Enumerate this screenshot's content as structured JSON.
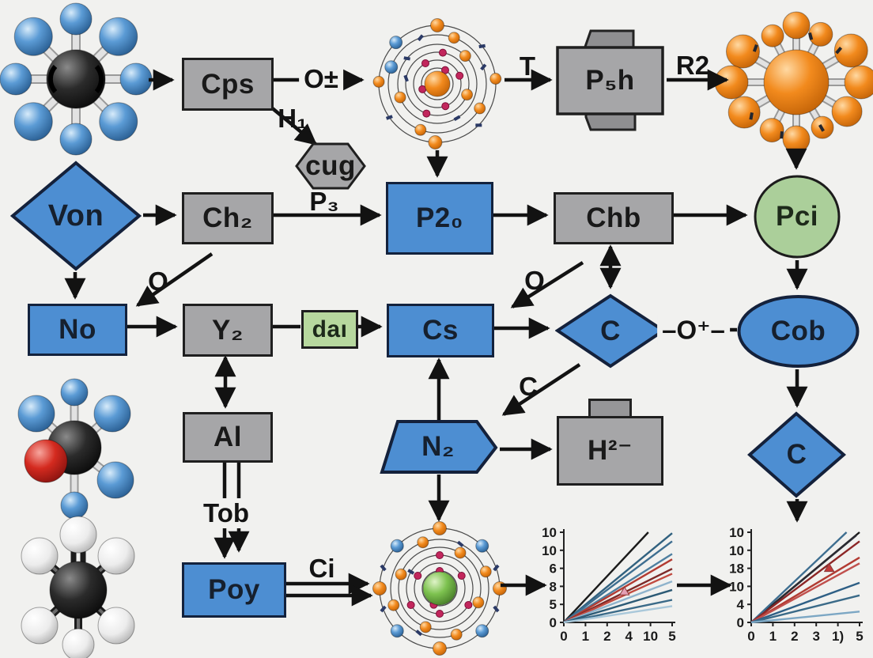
{
  "background": "#f1f1ef",
  "colors": {
    "box_gray": "#a6a6a8",
    "box_blue": "#4d8ed2",
    "circle_green": "#abcf9a",
    "small_box_green": "#b7d89e",
    "arrow": "#121212"
  },
  "nodes": {
    "cps": {
      "label": "Cps",
      "shape": "rect-gray"
    },
    "cug": {
      "label": "cug",
      "shape": "hexagon-gray"
    },
    "p5h": {
      "label": "P₅h",
      "shape": "tabbed-rect-gray"
    },
    "von": {
      "label": "Von",
      "shape": "diamond-blue"
    },
    "ch2": {
      "label": "Ch₂",
      "shape": "rect-gray"
    },
    "p20": {
      "label": "P2₀",
      "shape": "rect-blue"
    },
    "chb": {
      "label": "Chb",
      "shape": "rect-gray"
    },
    "pci": {
      "label": "Pci",
      "shape": "circle-green"
    },
    "no": {
      "label": "No",
      "shape": "rect-blue"
    },
    "y2": {
      "label": "Y₂",
      "shape": "rect-gray"
    },
    "dai": {
      "label": "daı",
      "shape": "rect-green"
    },
    "cs": {
      "label": "Cs",
      "shape": "rect-blue"
    },
    "c_mid": {
      "label": "C",
      "shape": "diamond-blue"
    },
    "cob": {
      "label": "Cob",
      "shape": "ellipse-blue"
    },
    "al": {
      "label": "Al",
      "shape": "rect-gray"
    },
    "n2": {
      "label": "N₂",
      "shape": "pentagon-blue"
    },
    "h2m": {
      "label": "H²⁻",
      "shape": "tabbed-rect-gray"
    },
    "poy": {
      "label": "Poy",
      "shape": "rect-blue"
    },
    "c_right": {
      "label": "C",
      "shape": "diamond-blue"
    }
  },
  "edge_labels": {
    "o_plus": "O±",
    "h1": "H₁",
    "t": "T",
    "r2": "R2",
    "p3": "P₃",
    "o_left": "O",
    "o_mid": "O",
    "o_plus_dash": "–O⁺–",
    "c_diag": "C",
    "tob": "Tob",
    "ci": "Ci"
  },
  "chart_data": [
    {
      "type": "line",
      "title": "",
      "xlabel": "",
      "ylabel": "",
      "x_ticks": [
        "0",
        "1",
        "2",
        "4",
        "10",
        "5"
      ],
      "y_ticks": [
        "10",
        "10",
        "6",
        "8",
        "5",
        "0"
      ],
      "grid": false,
      "legend": false,
      "description": "fan of straight lines from origin",
      "lines": [
        {
          "color": "#1a1a1a",
          "x2": 0.78,
          "y2": 1.0
        },
        {
          "color": "#31617f",
          "x2": 1.0,
          "y2": 0.99
        },
        {
          "color": "#3e6e90",
          "x2": 1.0,
          "y2": 0.9
        },
        {
          "color": "#4e7fa0",
          "x2": 1.0,
          "y2": 0.76
        },
        {
          "color": "#b23b32",
          "x2": 1.0,
          "y2": 0.7
        },
        {
          "color": "#7e2a28",
          "x2": 1.0,
          "y2": 0.595
        },
        {
          "color": "#c14b41",
          "x2": 1.0,
          "y2": 0.54
        },
        {
          "color": "#8fb3cc",
          "x2": 1.0,
          "y2": 0.455
        },
        {
          "color": "#2c5a75",
          "x2": 1.0,
          "y2": 0.36
        },
        {
          "color": "#3a6a88",
          "x2": 1.0,
          "y2": 0.25
        },
        {
          "color": "#a9c8da",
          "x2": 1.0,
          "y2": 0.18
        }
      ],
      "markers": [
        {
          "x": 0.56,
          "y": 0.34,
          "color": "#e4a0b4"
        }
      ]
    },
    {
      "type": "line",
      "title": "",
      "xlabel": "",
      "ylabel": "",
      "x_ticks": [
        "0",
        "1",
        "2",
        "3",
        "1)",
        "5"
      ],
      "y_ticks": [
        "10",
        "10",
        "18",
        "10",
        "4",
        "0"
      ],
      "grid": false,
      "legend": false,
      "description": "fan of straight lines from origin",
      "lines": [
        {
          "color": "#1a1a1a",
          "x2": 1.0,
          "y2": 1.0
        },
        {
          "color": "#2b2b33",
          "x2": 0.97,
          "y2": 0.965
        },
        {
          "color": "#3e6e90",
          "x2": 0.88,
          "y2": 1.0
        },
        {
          "color": "#8c2626",
          "x2": 1.0,
          "y2": 0.9
        },
        {
          "color": "#b23b32",
          "x2": 1.0,
          "y2": 0.72
        },
        {
          "color": "#c0504d",
          "x2": 1.0,
          "y2": 0.655
        },
        {
          "color": "#2e5f85",
          "x2": 1.0,
          "y2": 0.44
        },
        {
          "color": "#3a6a88",
          "x2": 1.0,
          "y2": 0.3
        },
        {
          "color": "#7ca7c4",
          "x2": 1.0,
          "y2": 0.12
        }
      ],
      "markers": [
        {
          "x": 0.72,
          "y": 0.6,
          "color": "#c23a3a"
        }
      ]
    }
  ]
}
